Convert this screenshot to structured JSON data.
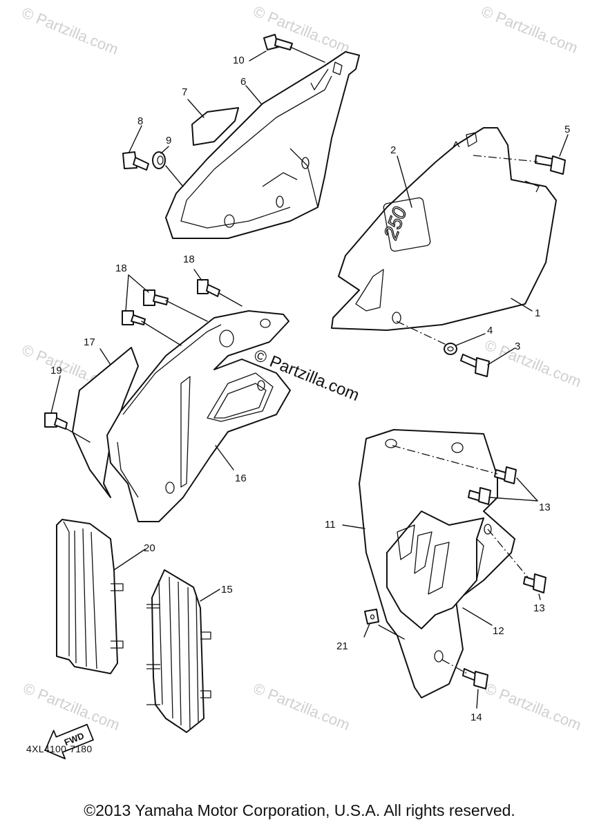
{
  "watermarks": {
    "small": "Partzilla.com",
    "center": "Partzilla.com",
    "symbol": "©"
  },
  "labels": [
    {
      "id": "1",
      "text": "1"
    },
    {
      "id": "2",
      "text": "2"
    },
    {
      "id": "3",
      "text": "3"
    },
    {
      "id": "4",
      "text": "4"
    },
    {
      "id": "5",
      "text": "5"
    },
    {
      "id": "6",
      "text": "6"
    },
    {
      "id": "7",
      "text": "7"
    },
    {
      "id": "8",
      "text": "8"
    },
    {
      "id": "9",
      "text": "9"
    },
    {
      "id": "10",
      "text": "10"
    },
    {
      "id": "11",
      "text": "11"
    },
    {
      "id": "12",
      "text": "12"
    },
    {
      "id": "13a",
      "text": "13"
    },
    {
      "id": "13b",
      "text": "13"
    },
    {
      "id": "14",
      "text": "14"
    },
    {
      "id": "15",
      "text": "15"
    },
    {
      "id": "16",
      "text": "16"
    },
    {
      "id": "17",
      "text": "17"
    },
    {
      "id": "18a",
      "text": "18"
    },
    {
      "id": "18b",
      "text": "18"
    },
    {
      "id": "19",
      "text": "19"
    },
    {
      "id": "20",
      "text": "20"
    },
    {
      "id": "21",
      "text": "21"
    }
  ],
  "fwd_arrow": "FWD",
  "diagram_code": "4XL4100-7180",
  "decal_text": "250",
  "copyright": "©2013 Yamaha Motor Corporation, U.S.A. All rights reserved."
}
